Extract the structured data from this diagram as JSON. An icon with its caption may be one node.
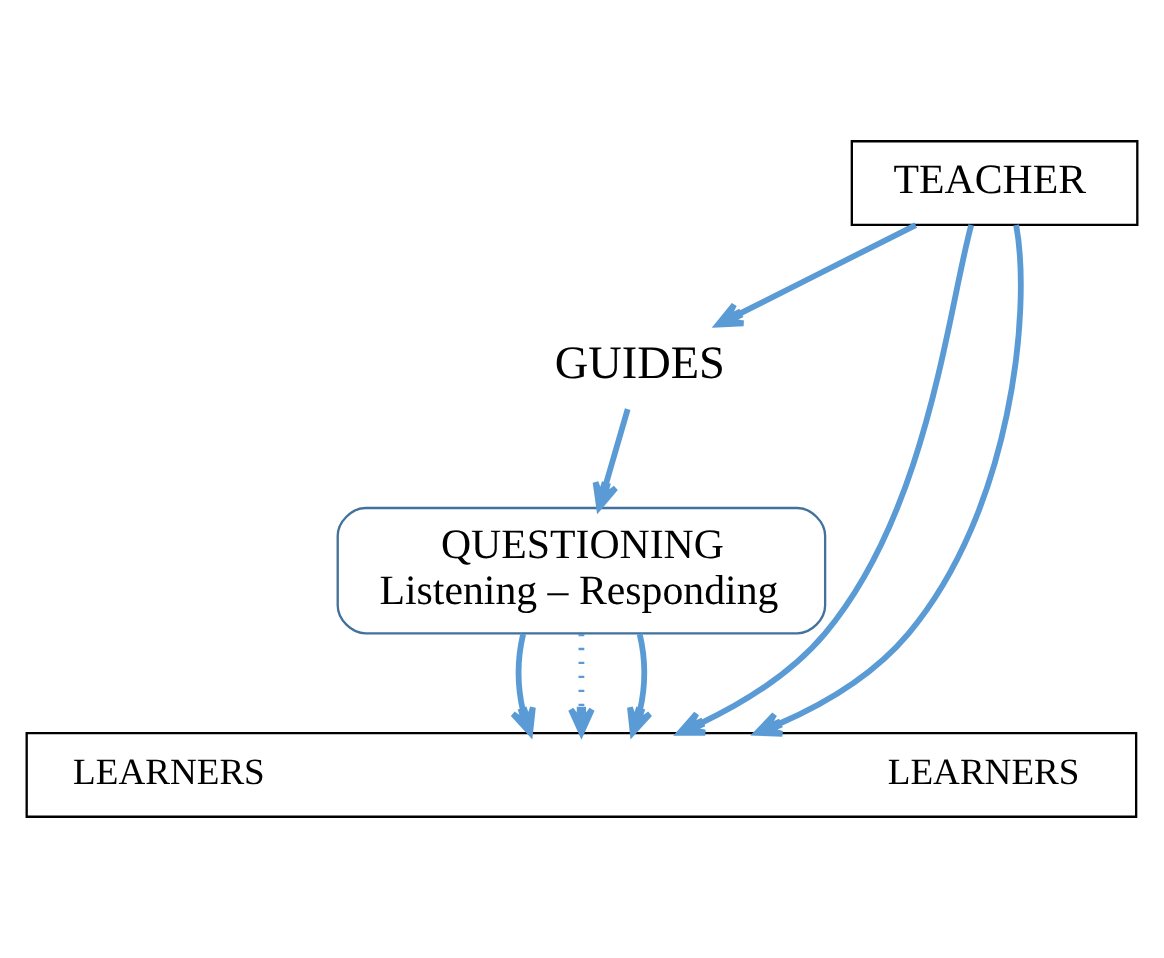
{
  "diagram": {
    "nodes": [
      {
        "text": [
          "TEACHER"
        ]
      },
      {
        "text": [
          "GUIDES"
        ]
      },
      {
        "text": [
          "QUESTIONING",
          "Listening – Responding"
        ]
      },
      {
        "text": [
          "LEARNERS",
          "LEARNERS"
        ]
      }
    ],
    "edges": [
      {
        "from": 0,
        "to": 3,
        "arrow": "to"
      },
      {
        "from": 0,
        "to": 1,
        "arrow": "to"
      },
      {
        "from": 0,
        "to": 3,
        "arrow": "to"
      },
      {
        "from": 1,
        "to": 2,
        "arrow": "to"
      },
      {
        "from": 2,
        "to": 3,
        "arrow": "to"
      },
      {
        "from": 2,
        "to": 3,
        "arrow": "to",
        "style": "dashed"
      },
      {
        "from": 2,
        "to": 3,
        "arrow": "to"
      }
    ]
  }
}
